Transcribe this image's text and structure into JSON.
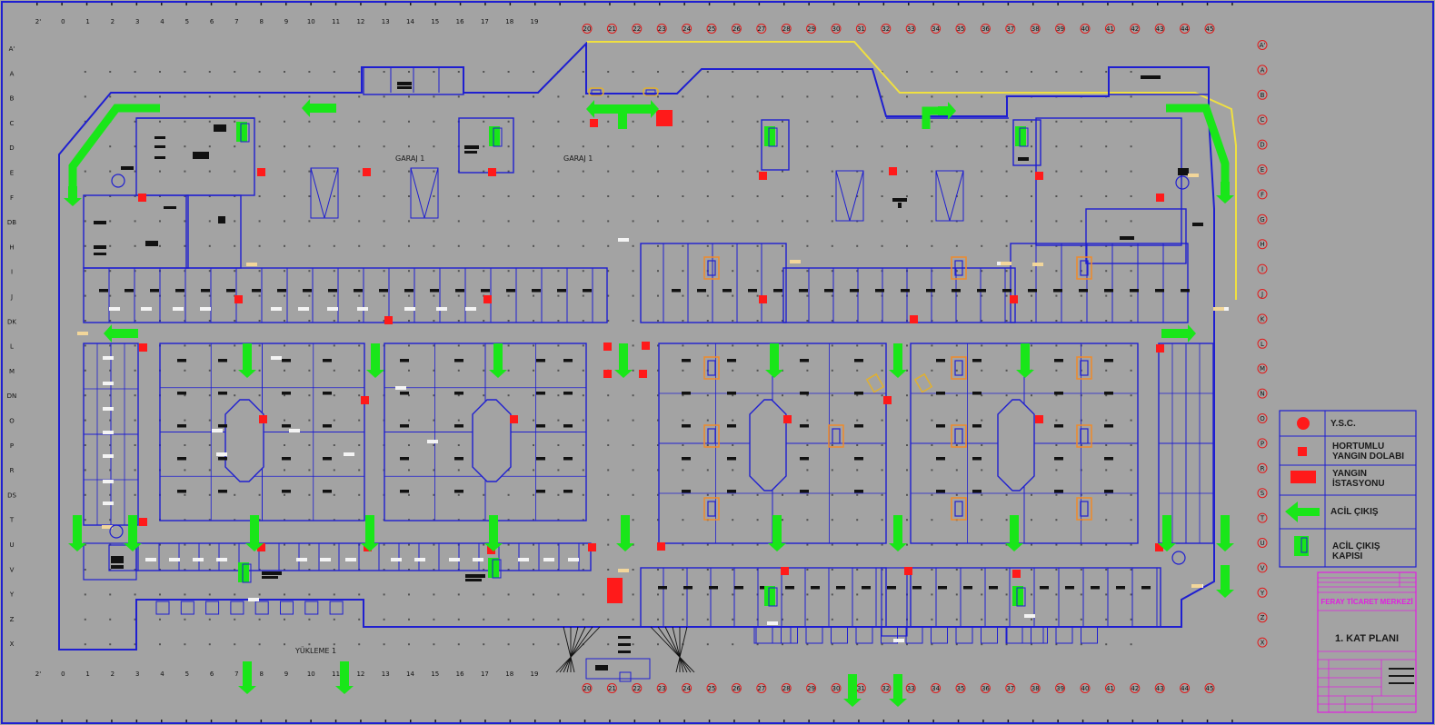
{
  "colors": {
    "background": "#a3a3a3",
    "wall": "#1f1fd0",
    "exit_green": "#19e619",
    "fire_red": "#ff1a1a",
    "magenta": "#e020e0",
    "yellow": "#f0e040",
    "gridDot": "#c9c9c9",
    "dark": "#111111",
    "orange": "#f08a2a"
  },
  "grid": {
    "columns_left": [
      "2'",
      "0",
      "1",
      "2",
      "3",
      "4",
      "5",
      "6",
      "7",
      "8",
      "9",
      "10",
      "11",
      "12",
      "13",
      "14",
      "15",
      "16",
      "17",
      "18",
      "19"
    ],
    "columns_right": [
      "20",
      "21",
      "22",
      "23",
      "24",
      "25",
      "26",
      "27",
      "28",
      "29",
      "30",
      "31",
      "32",
      "33",
      "34",
      "35",
      "36",
      "37",
      "38",
      "39",
      "40",
      "41",
      "42",
      "43",
      "44",
      "45"
    ],
    "rows_left": [
      "A'",
      "A",
      "B",
      "C",
      "D",
      "E",
      "F",
      "DB",
      "H",
      "I",
      "J",
      "DK",
      "L",
      "M",
      "DN",
      "O",
      "P",
      "R",
      "DS",
      "T",
      "U",
      "V",
      "Y",
      "Z",
      "X"
    ],
    "rows_right": [
      "A'",
      "A",
      "B",
      "C",
      "D",
      "E",
      "F",
      "G",
      "H",
      "I",
      "J",
      "K",
      "L",
      "M",
      "N",
      "O",
      "P",
      "R",
      "S",
      "T",
      "U",
      "V",
      "Y",
      "Z",
      "X"
    ]
  },
  "labels": {
    "garage_left": "GARAJ 1",
    "garage_right": "GARAJ 1",
    "loading": "YÜKLEME 1"
  },
  "legend": [
    {
      "icon": "circle",
      "text": "Y.S.C."
    },
    {
      "icon": "small-square",
      "text": "HORTUMLU\nYANGIN DOLABI"
    },
    {
      "icon": "rect",
      "text": "YANGIN\nİSTASYONU"
    },
    {
      "icon": "arrow",
      "text": "ACİL ÇIKIŞ"
    },
    {
      "icon": "door",
      "text": "ACİL ÇIKIŞ\nKAPISI"
    }
  ],
  "title_block": {
    "company": "FERAY TİCARET MERKEZİ",
    "title": "1. KAT PLANI"
  }
}
